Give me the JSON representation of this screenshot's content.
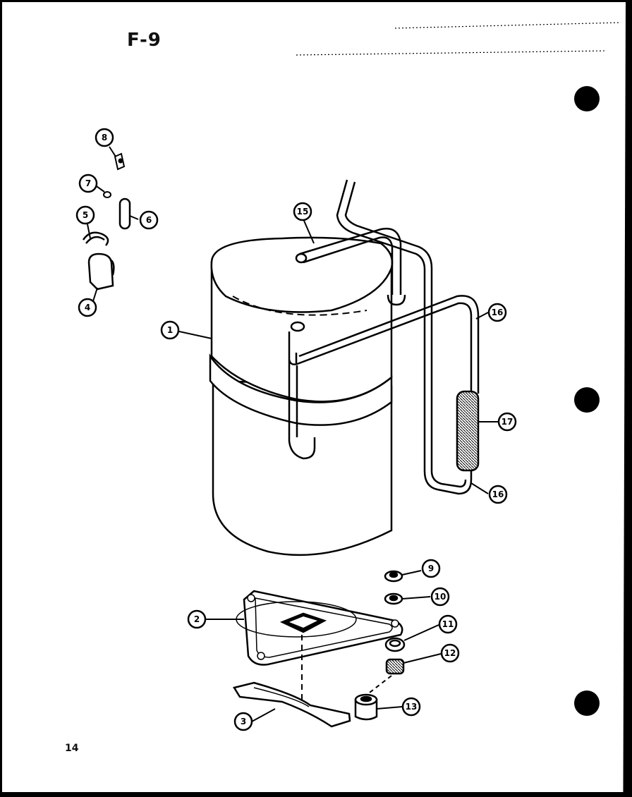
{
  "figure": {
    "title": "F-9",
    "page_number": "14"
  },
  "callouts": [
    {
      "id": "c1",
      "label": "1"
    },
    {
      "id": "c2",
      "label": "2"
    },
    {
      "id": "c3",
      "label": "3"
    },
    {
      "id": "c4",
      "label": "4"
    },
    {
      "id": "c5",
      "label": "5"
    },
    {
      "id": "c6",
      "label": "6"
    },
    {
      "id": "c7",
      "label": "7"
    },
    {
      "id": "c8",
      "label": "8"
    },
    {
      "id": "c9",
      "label": "9"
    },
    {
      "id": "c10",
      "label": "10"
    },
    {
      "id": "c11",
      "label": "11"
    },
    {
      "id": "c12",
      "label": "12"
    },
    {
      "id": "c13",
      "label": "13"
    },
    {
      "id": "c15",
      "label": "15"
    },
    {
      "id": "c16a",
      "label": "16"
    },
    {
      "id": "c16b",
      "label": "16"
    },
    {
      "id": "c17",
      "label": "17"
    }
  ],
  "colors": {
    "ink": "#000000",
    "paper": "#ffffff",
    "border": "#000000"
  }
}
